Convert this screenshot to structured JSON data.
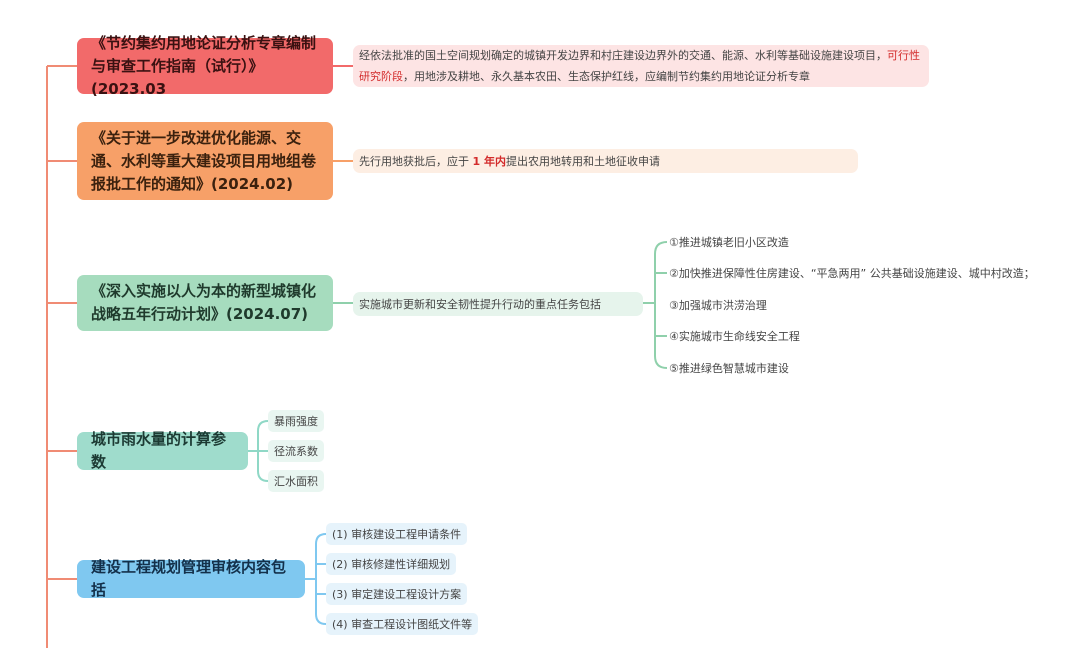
{
  "topics": [
    {
      "title": "《节约集约用地论证分析专章编制与审查工作指南（试行）》(2023.03",
      "note_parts": [
        "经依法批准的国土空间规划确定的城镇开发边界和村庄建设边界外的交通、能源、水利等基础设施建设项目，",
        "可行性研究阶段",
        "，用地涉及耕地、永久基本农田、生态保护红线，应编制节约集约用地论证分析专章"
      ]
    },
    {
      "title": "《关于进一步改进优化能源、交通、水利等重大建设项目用地组卷报批工作的通知》(2024.02)",
      "note_parts": [
        "先行用地获批后，应于 ",
        "1 年内",
        "提出农用地转用和土地征收申请"
      ]
    },
    {
      "title": "《深入实施以人为本的新型城镇化战略五年行动计划》(2024.07)",
      "note": "实施城市更新和安全韧性提升行动的重点任务包括",
      "items": [
        "①推进城镇老旧小区改造",
        "②加快推进保障性住房建设、“平急两用” 公共基础设施建设、城中村改造；",
        "③加强城市洪涝治理",
        "④实施城市生命线安全工程",
        "⑤推进绿色智慧城市建设"
      ]
    },
    {
      "title": "城市雨水量的计算参数",
      "items": [
        "暴雨强度",
        "径流系数",
        "汇水面积"
      ]
    },
    {
      "title": "建设工程规划管理审核内容包括",
      "items": [
        "(1) 审核建设工程申请条件",
        "(2) 审核修建性详细规划",
        "(3) 审定建设工程设计方案",
        "(4) 审查工程设计图纸文件等"
      ]
    }
  ],
  "colors": {
    "trunk": "#f0836d",
    "red_highlight": "#d32b2b"
  }
}
